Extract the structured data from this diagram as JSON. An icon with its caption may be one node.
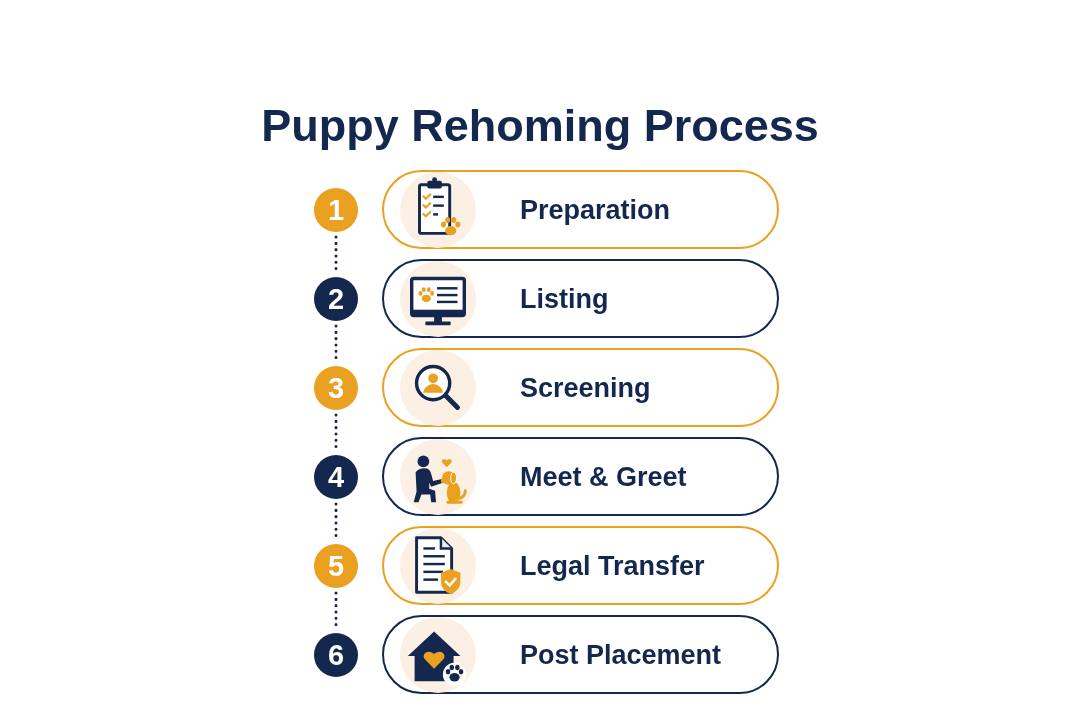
{
  "diagram": {
    "title": "Puppy Rehoming Process",
    "nodes": [
      {
        "text": [
          "1"
        ]
      },
      {
        "text": [
          "Preparation"
        ]
      },
      {
        "text": [
          "2"
        ]
      },
      {
        "text": [
          "Listing"
        ]
      },
      {
        "text": [
          "3"
        ]
      },
      {
        "text": [
          "Screening"
        ]
      },
      {
        "text": [
          "4"
        ]
      },
      {
        "text": [
          "Meet & Greet"
        ]
      },
      {
        "text": [
          "5"
        ]
      },
      {
        "text": [
          "Legal Transfer"
        ]
      },
      {
        "text": [
          "6"
        ]
      },
      {
        "text": [
          "Post Placement"
        ]
      }
    ],
    "edges": [
      {
        "from": 0,
        "to": 2,
        "arrow": "none",
        "style": "dashed"
      },
      {
        "from": 2,
        "to": 4,
        "arrow": "none",
        "style": "dashed"
      },
      {
        "from": 4,
        "to": 6,
        "arrow": "none",
        "style": "dashed"
      },
      {
        "from": 6,
        "to": 8,
        "arrow": "none",
        "style": "dashed"
      },
      {
        "from": 8,
        "to": 10,
        "arrow": "none",
        "style": "dashed"
      }
    ]
  }
}
